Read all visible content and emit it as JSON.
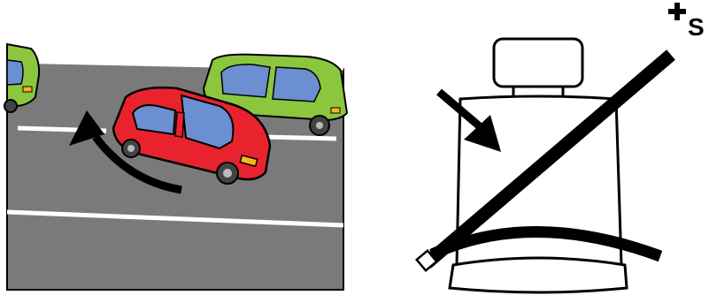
{
  "colors": {
    "road": "#7a7a7a",
    "lane_marking": "#ffffff",
    "red_car": "#e8232e",
    "green_car": "#8cc63f",
    "window": "#6b8fd0",
    "indicator": "#f7b718",
    "ink": "#000000"
  },
  "icons": {
    "overtaking_scene": "car-pulling-out-of-parked-row",
    "lane_change_arrow": "curved-arrow-left",
    "seat": "seat-icon",
    "seatbelt": "seatbelt-diagonal-strap",
    "pointer": "arrow-down-right",
    "badge_plus": "plus-icon"
  },
  "badge": {
    "letter": "S"
  }
}
